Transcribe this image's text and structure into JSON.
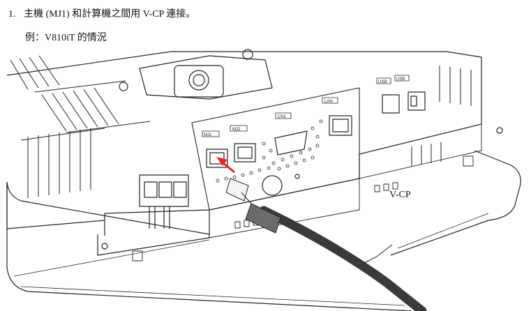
{
  "step": {
    "number": "1.",
    "text": "主機 (MJ1) 和計算機之間用 V-CP 連接。"
  },
  "example": "例：V810iT 的情況",
  "figure": {
    "callout_label": "V-CP",
    "port_labels": [
      "MJ1",
      "MJ2",
      "CN1",
      "LAN",
      "USB",
      "USB"
    ],
    "arrow_color": "#e3262d"
  }
}
